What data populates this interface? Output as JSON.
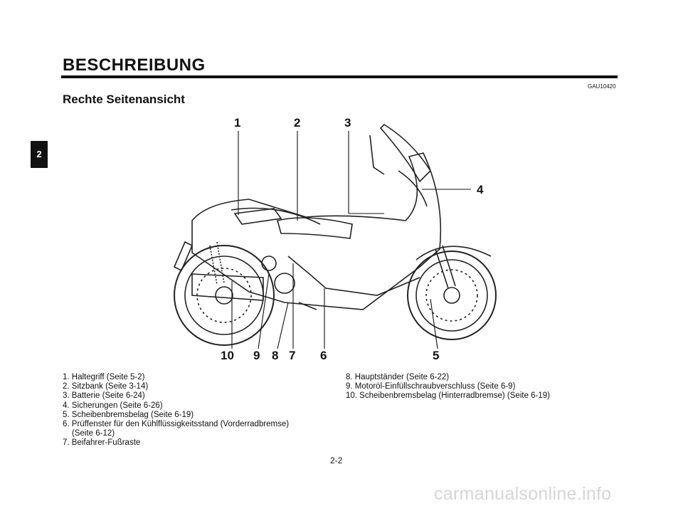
{
  "header": {
    "title": "BESCHREIBUNG",
    "code": "GAU10420",
    "subtitle": "Rechte Seitenansicht",
    "chapter_tab": "2"
  },
  "callouts": [
    "1",
    "2",
    "3",
    "4",
    "5",
    "6",
    "7",
    "8",
    "9",
    "10"
  ],
  "items_left": [
    "1. Haltegriff (Seite 5-2)",
    "2. Sitzbank (Seite 3-14)",
    "3. Batterie (Seite 6-24)",
    "4. Sicherungen (Seite 6-26)",
    "5. Scheibenbremsbelag (Seite 6-19)",
    "6. Prüffenster für den Kühlflüssigkeitsstand (Vorderradbremse)",
    "(Seite 6-12)",
    "7. Beifahrer-Fußraste"
  ],
  "items_right": [
    "8. Hauptständer (Seite 6-22)",
    "9. Motoröl-Einfüllschraubverschluss (Seite 6-9)",
    "10. Scheibenbremsbelag (Hinterradbremse) (Seite 6-19)"
  ],
  "footer": {
    "page_number": "2-2",
    "watermark": "carmanualsonline.info"
  }
}
